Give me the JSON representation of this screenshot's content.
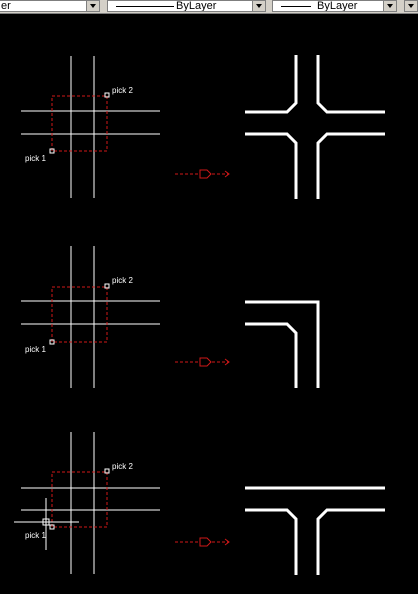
{
  "toolbar": {
    "color_combo_text": "er",
    "linetype_combo_text": "ByLayer",
    "lineweight_combo_text": "ByLayer"
  },
  "examples": [
    {
      "pick1_label": "pick 1",
      "pick2_label": "pick 2"
    },
    {
      "pick1_label": "pick 1",
      "pick2_label": "pick 2"
    },
    {
      "pick1_label": "pick 1",
      "pick2_label": "pick 2"
    }
  ],
  "colors": {
    "background": "#000000",
    "lines": "#ffffff",
    "selection": "#d01818",
    "toolbar": "#d4d0c8"
  }
}
